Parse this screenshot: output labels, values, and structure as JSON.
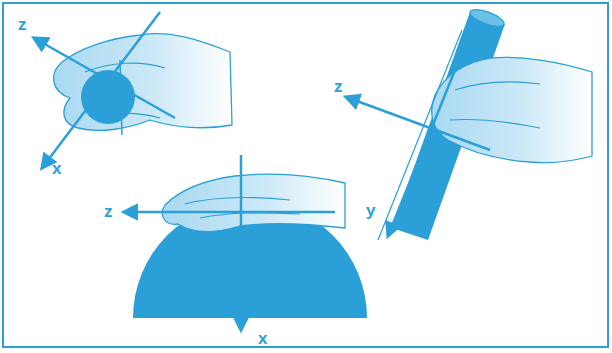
{
  "diagram": {
    "labels": [
      "z",
      "x",
      "z",
      "x",
      "z",
      "y"
    ]
  }
}
